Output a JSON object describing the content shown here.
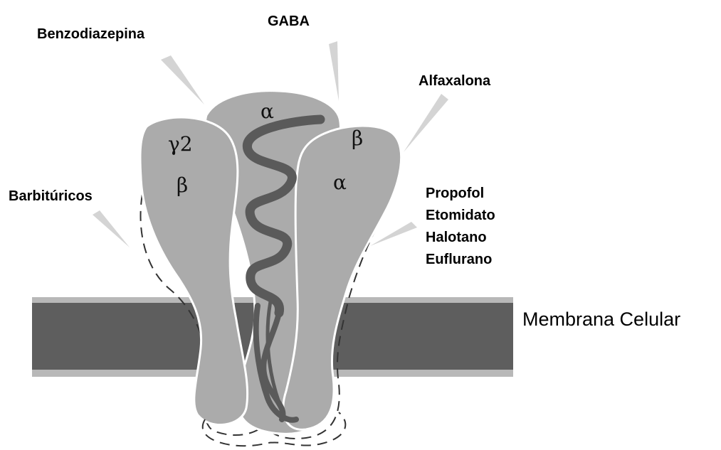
{
  "labels": {
    "benzodiazepina": "Benzodiazepina",
    "gaba": "GABA",
    "alfaxalona": "Alfaxalona",
    "barbituricos": "Barbitúricos",
    "propofol": "Propofol",
    "etomidato": "Etomidato",
    "halotano": "Halotano",
    "euflurano": "Euflurano",
    "membrana": "Membrana Celular"
  },
  "subunits": {
    "top_center": "α",
    "left_top": "γ2",
    "left_lower": "β",
    "right_top": "β",
    "right_lower": "α"
  },
  "colors": {
    "membrane": "#5e5e5e",
    "membrane_edge": "#b8b8b8",
    "subunit_fill": "#ababab",
    "helix": "#5a5a5a",
    "pointer": "#d4d4d4",
    "outline": "#ffffff"
  }
}
